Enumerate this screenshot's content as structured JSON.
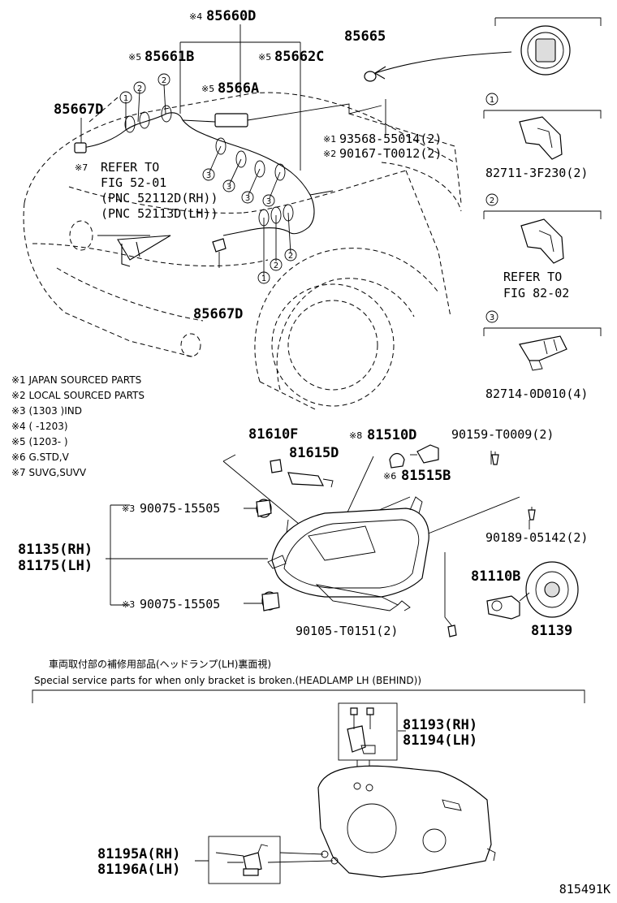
{
  "labels": {
    "p85660D": "85660D",
    "p85661B": "85661B",
    "p85662C": "85662C",
    "p8566A": "8566A",
    "p85665": "85665",
    "p85667D_top": "85667D",
    "p85667D_bot": "85667D",
    "p93568": "93568-55014(2)",
    "p90167": "90167-T0012(2)",
    "refer_l1": "REFER TO",
    "refer_l2": "FIG 52-01",
    "refer_l3": "(PNC 52112D(RH))",
    "refer_l4": "(PNC 52113D(LH))",
    "p82711": "82711-3F230(2)",
    "refer82_l1": "REFER TO",
    "refer82_l2": "FIG 82-02",
    "p82714": "82714-0D010(4)",
    "p81610F": "81610F",
    "p81615D": "81615D",
    "p81510D": "81510D",
    "p81515B": "81515B",
    "p90159": "90159-T0009(2)",
    "p90075a": "90075-15505",
    "p90075b": "90075-15505",
    "p81135": "81135(RH)",
    "p81175": "81175(LH)",
    "p90189": "90189-05142(2)",
    "p81110B": "81110B",
    "p81139": "81139",
    "p90105": "90105-T0151(2)",
    "p81193": "81193(RH)",
    "p81194": "81194(LH)",
    "p81195A": "81195A(RH)",
    "p81196A": "81196A(LH)",
    "figure_id": "815491K"
  },
  "marks": {
    "m4": "※4",
    "m5a": "※5",
    "m5b": "※5",
    "m5c": "※5",
    "m1": "※1",
    "m2": "※2",
    "m7": "※7",
    "m8": "※8",
    "m6": "※6",
    "m3a": "※3",
    "m3b": "※3"
  },
  "notes": [
    "※1 JAPAN SOURCED PARTS",
    "※2 LOCAL SOURCED PARTS",
    "※3 (1303        )IND",
    "※4 (         -1203)",
    "※5 (1203-       )",
    "※6 G.STD,V",
    "※7 SUVG,SUVV"
  ],
  "caption": {
    "jp": "車両取付部の補修用部品(ヘッドランプ(LH)裏面視)",
    "en": "Special service parts for when only bracket is broken.(HEADLAMP LH (BEHIND))"
  },
  "circles": {
    "c1": "1",
    "c2": "2",
    "c3": "3"
  }
}
